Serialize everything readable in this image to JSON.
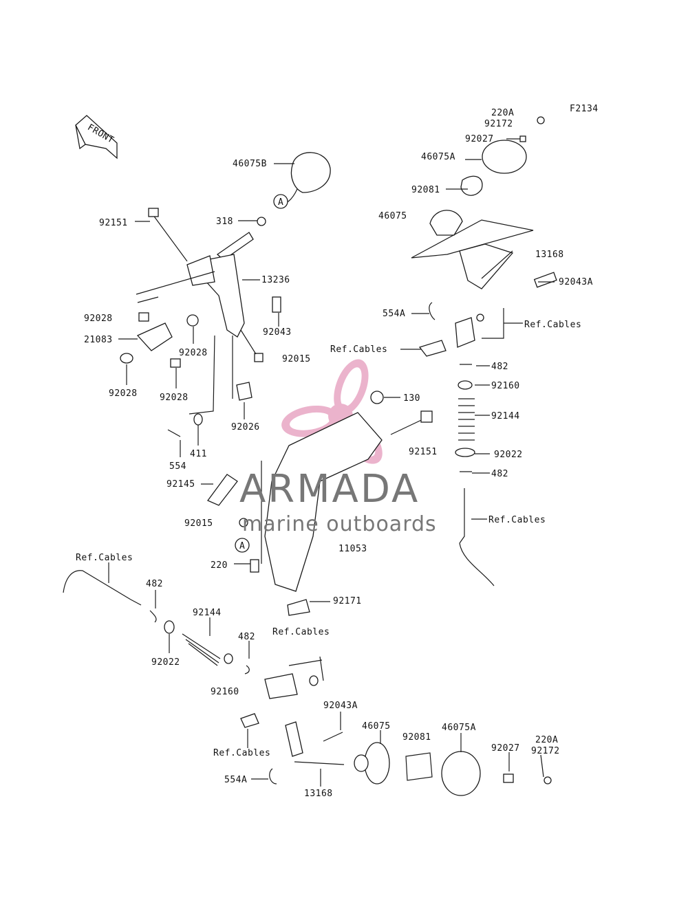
{
  "figure_code": "F2134",
  "front_label": "FRONT",
  "callout_marker": "A",
  "watermark": {
    "brand": "ARMADA",
    "tagline": "marine outboards",
    "logo_color": "#e8a6c4",
    "text_color": "#777777"
  },
  "labels": [
    "220A",
    "92172",
    "92027",
    "46075A",
    "92081",
    "46075",
    "13168",
    "92043A",
    "554A",
    "Ref.Cables",
    "Ref.Cables",
    "482",
    "92160",
    "92144",
    "92022",
    "482",
    "Ref.Cables",
    "46075B",
    "318",
    "92151",
    "13236",
    "92028",
    "21083",
    "92043",
    "92028",
    "92028",
    "92028",
    "92015",
    "92026",
    "554",
    "411",
    "130",
    "92151",
    "92145",
    "92015",
    "11053",
    "220",
    "92171",
    "Ref.Cables",
    "Ref.Cables",
    "482",
    "92144",
    "92022",
    "482",
    "92160",
    "92043A",
    "46075",
    "92081",
    "46075A",
    "92027",
    "220A",
    "92172",
    "Ref.Cables",
    "554A",
    "13168"
  ]
}
